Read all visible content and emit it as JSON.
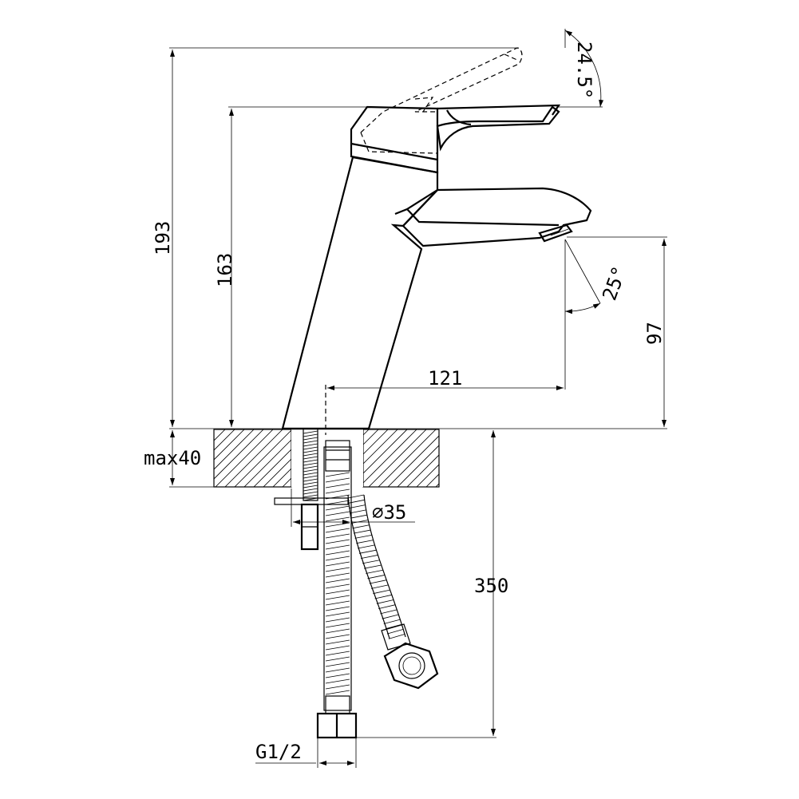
{
  "dimensions": {
    "lever_angle": "24.5°",
    "total_height": "193",
    "body_height": "163",
    "spout_angle": "25°",
    "spout_clearance": "97",
    "spout_reach": "121",
    "max_mount_thickness": "max40",
    "mount_hole_diameter": "35",
    "hose_length": "350",
    "connection_thread": "G1/2"
  },
  "symbols": {
    "diameter": "⌀"
  }
}
